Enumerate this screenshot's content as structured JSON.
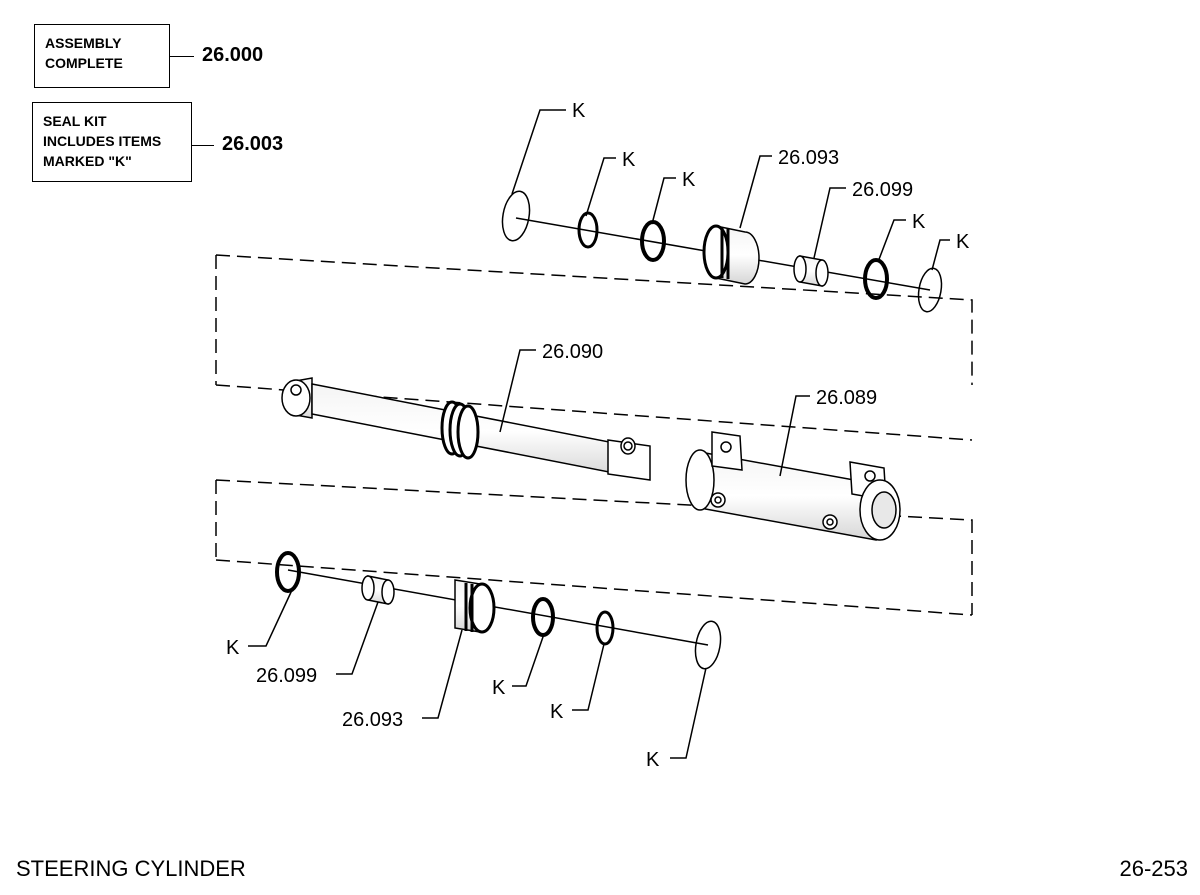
{
  "boxes": {
    "assembly": {
      "text": "ASSEMBLY\nCOMPLETE",
      "number": "26.000"
    },
    "seal_kit": {
      "text": "SEAL KIT\nINCLUDES ITEMS\nMARKED \"K\"",
      "number": "26.003"
    }
  },
  "labels": {
    "k": "K",
    "gland": "26.093",
    "bushing": "26.099",
    "rod": "26.090",
    "barrel": "26.089"
  },
  "footer": {
    "title": "STEERING CYLINDER",
    "page": "26-253"
  }
}
